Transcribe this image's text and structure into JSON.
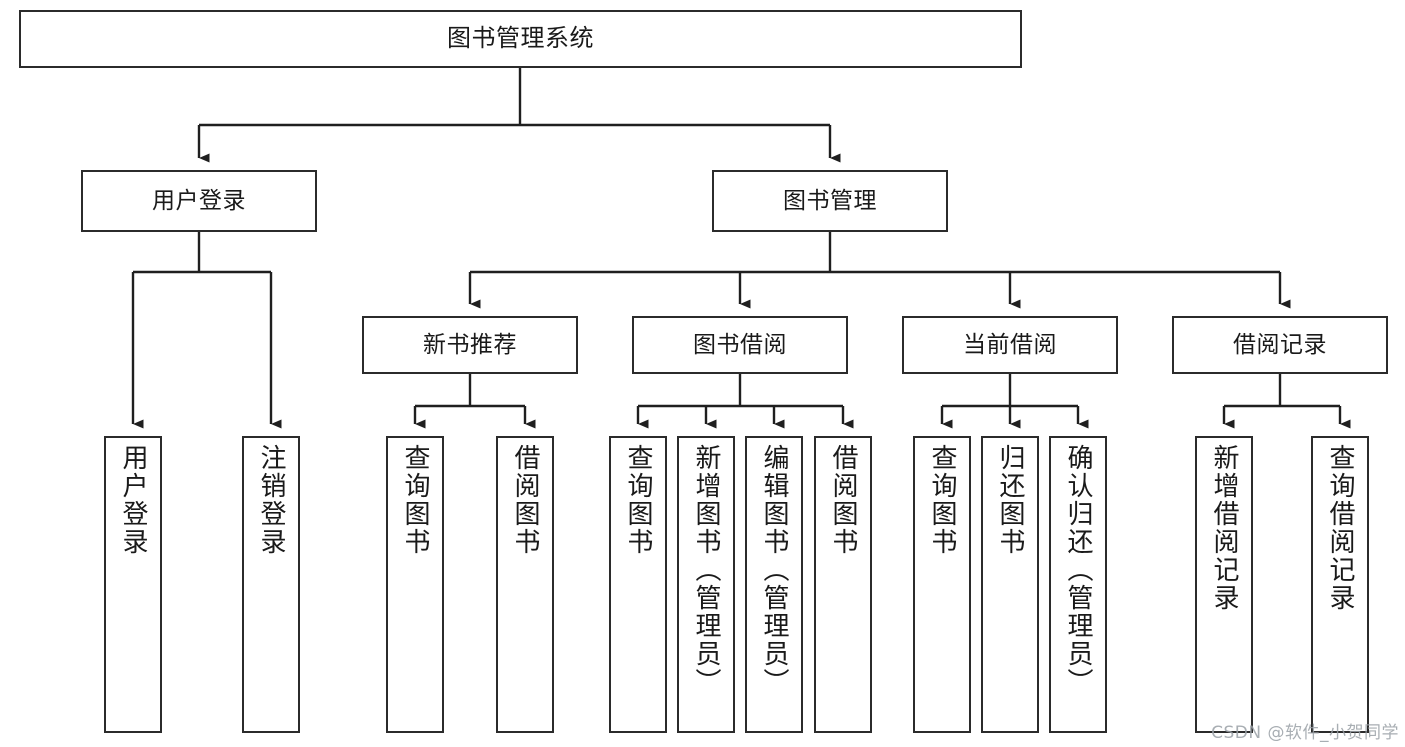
{
  "diagram": {
    "title": "图书管理系统",
    "type": "tree-hierarchy-chart",
    "colors": {
      "box_border": "#2b2b2b",
      "box_fill": "#ffffff",
      "connector": "#1f1f1f",
      "watermark": "#9aa0a6"
    },
    "root": {
      "label": "图书管理系统"
    },
    "level2": [
      {
        "label": "用户登录"
      },
      {
        "label": "图书管理"
      }
    ],
    "level3": [
      {
        "label": "新书推荐"
      },
      {
        "label": "图书借阅"
      },
      {
        "label": "当前借阅"
      },
      {
        "label": "借阅记录"
      }
    ],
    "leaves": {
      "user_login": [
        {
          "label": "用户登录"
        },
        {
          "label": "注销登录"
        }
      ],
      "new_book": [
        {
          "label": "查询图书"
        },
        {
          "label": "借阅图书"
        }
      ],
      "book_borrow": [
        {
          "label": "查询图书"
        },
        {
          "label": "新增图书（管理员）"
        },
        {
          "label": "编辑图书（管理员）"
        },
        {
          "label": "借阅图书"
        }
      ],
      "current_borrow": [
        {
          "label": "查询图书"
        },
        {
          "label": "归还图书"
        },
        {
          "label": "确认归还（管理员）"
        }
      ],
      "borrow_record": [
        {
          "label": "新增借阅记录"
        },
        {
          "label": "查询借阅记录"
        }
      ]
    }
  },
  "watermark": {
    "text": "CSDN @软件_小贺同学"
  }
}
